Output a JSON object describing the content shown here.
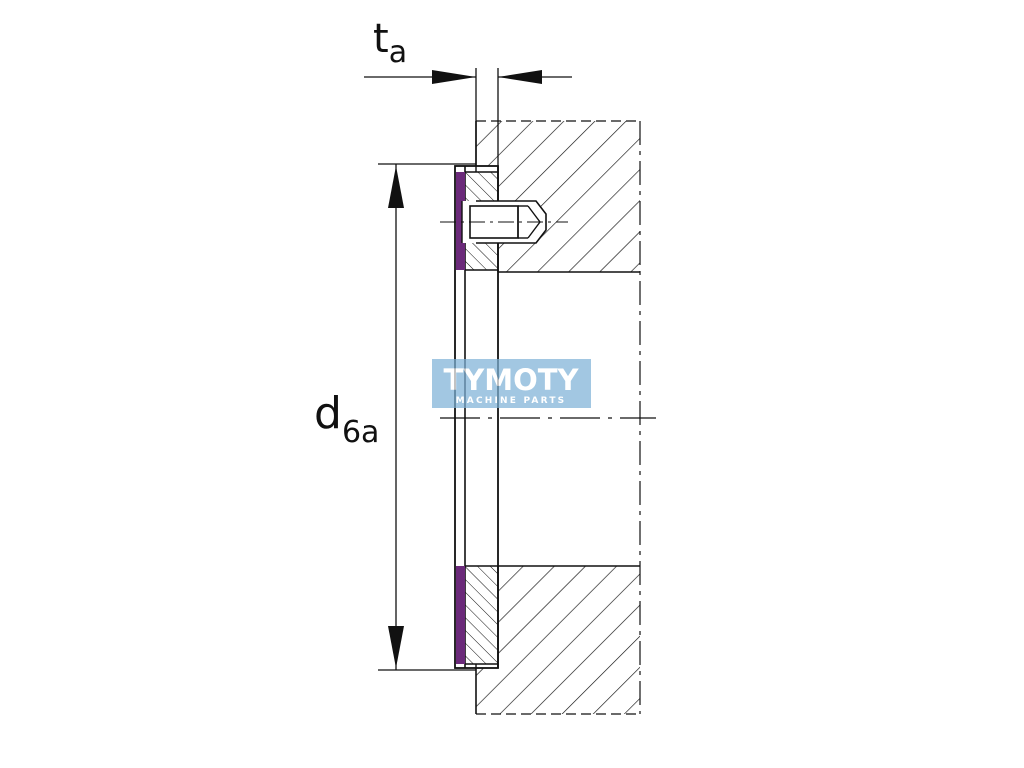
{
  "dimensions": {
    "thickness": {
      "symbol": "t",
      "subscript": "a"
    },
    "diameter": {
      "symbol": "d",
      "subscript": "6a"
    }
  },
  "watermark": {
    "brand": "TYMOTY",
    "tagline": "MACHINE PARTS"
  },
  "colors": {
    "line": "#111111",
    "seal_strip": "#6b2a7a",
    "watermark_bg": "#7fb2d8"
  }
}
